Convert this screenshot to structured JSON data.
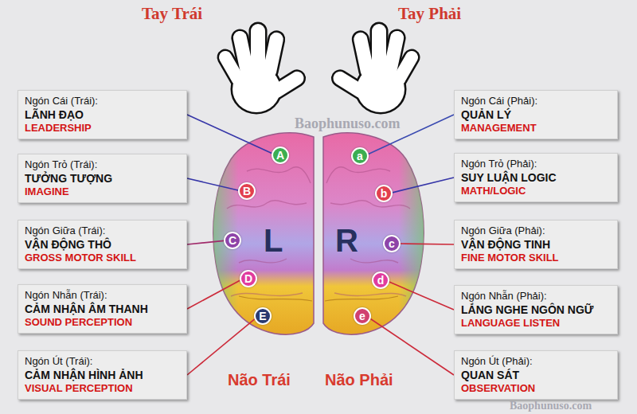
{
  "diagram": {
    "nodes": [
      {
        "text": [
          "Ngón Cái (Trái):",
          "LÃNH ĐẠO",
          "LEADERSHIP"
        ]
      },
      {
        "text": [
          "Ngón Trỏ (Trái):",
          "TƯỞNG TƯỢNG",
          "IMAGINE"
        ]
      },
      {
        "text": [
          "Ngón Giữa (Trái):",
          "VẬN ĐỘNG THÔ",
          "GROSS MOTOR SKILL"
        ]
      },
      {
        "text": [
          "Ngón Nhẫn (Trái):",
          "CẢM NHẬN ÂM THANH",
          "SOUND PERCEPTION"
        ]
      },
      {
        "text": [
          "Ngón Út (Trái):",
          "CẢM NHẬN HÌNH ẢNH",
          "VISUAL PERCEPTION"
        ]
      },
      {
        "text": [
          "Ngón Cái (Phải):",
          "QUẢN LÝ",
          "MANAGEMENT"
        ]
      },
      {
        "text": [
          "Ngón Trỏ (Phải):",
          "SUY LUẬN LOGIC",
          "MATH/LOGIC"
        ]
      },
      {
        "text": [
          "Ngón Giữa (Phải):",
          "VẬN ĐỘNG TINH",
          "FINE MOTOR SKILL"
        ]
      },
      {
        "text": [
          "Ngón Nhẫn (Phải):",
          "LẮNG NGHE NGÔN NGỮ",
          "LANGUAGE LISTEN"
        ]
      },
      {
        "text": [
          "Ngón Út (Phải):",
          "QUAN SÁT",
          "OBSERVATION"
        ]
      },
      {
        "text": [
          "A"
        ]
      },
      {
        "text": [
          "B"
        ]
      },
      {
        "text": [
          "C"
        ]
      },
      {
        "text": [
          "D"
        ]
      },
      {
        "text": [
          "E"
        ]
      },
      {
        "text": [
          "a"
        ]
      },
      {
        "text": [
          "b"
        ]
      },
      {
        "text": [
          "c"
        ]
      },
      {
        "text": [
          "d"
        ]
      },
      {
        "text": [
          "e"
        ]
      }
    ],
    "edges": [
      {
        "from": 0,
        "to": 10,
        "arrow": "none"
      },
      {
        "from": 1,
        "to": 11,
        "arrow": "none"
      },
      {
        "from": 2,
        "to": 12,
        "arrow": "none"
      },
      {
        "from": 3,
        "to": 13,
        "arrow": "none"
      },
      {
        "from": 4,
        "to": 14,
        "arrow": "none"
      },
      {
        "from": 5,
        "to": 15,
        "arrow": "none"
      },
      {
        "from": 6,
        "to": 16,
        "arrow": "none"
      },
      {
        "from": 7,
        "to": 17,
        "arrow": "none"
      },
      {
        "from": 8,
        "to": 18,
        "arrow": "none"
      },
      {
        "from": 9,
        "to": 19,
        "arrow": "none"
      }
    ],
    "labels": [
      "Tay Trái",
      "Tay Phải",
      "Baophunuso.com",
      "L",
      "R",
      "Não Trái",
      "Não Phải",
      "Baophunuso.com"
    ]
  }
}
